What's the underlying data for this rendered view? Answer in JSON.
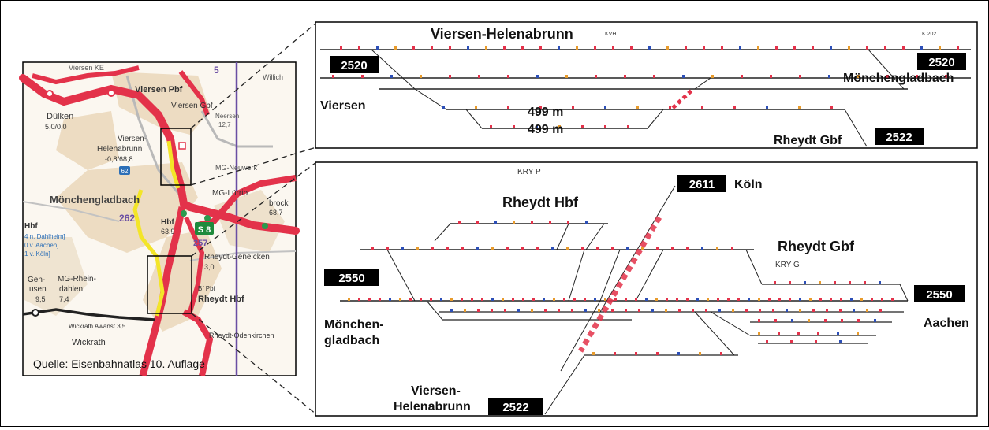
{
  "map": {
    "places": [
      {
        "text": "Viersen KE"
      },
      {
        "text": "Viersen Pbf"
      },
      {
        "text": "Viersen Gbf"
      },
      {
        "text": "Dülken"
      },
      {
        "text": "5,0/0,0"
      },
      {
        "text": "Viersen-"
      },
      {
        "text": "Helenabrunn"
      },
      {
        "text": "-0,8/68,8"
      },
      {
        "text": "Mönchengladbach"
      },
      {
        "text": "MG-Lürrip"
      },
      {
        "text": "Hbf"
      },
      {
        "text": "63,9"
      },
      {
        "text": "Rheydt-Geneicken"
      },
      {
        "text": "3,0"
      },
      {
        "text": "Bf Pbf"
      },
      {
        "text": "Rheydt Hbf"
      },
      {
        "text": "Gen-"
      },
      {
        "text": "usen"
      },
      {
        "text": "9,5"
      },
      {
        "text": "MG-Rhein-"
      },
      {
        "text": "dahlen"
      },
      {
        "text": "7,4"
      },
      {
        "text": "Wickrath Awanst 3,5"
      },
      {
        "text": "Wickrath"
      },
      {
        "text": "Rheydt-Odenkirchen"
      },
      {
        "text": "Hbf"
      },
      {
        "text": "4 n. Dahlheim]"
      },
      {
        "text": "0 v. Aachen]"
      },
      {
        "text": "1 v. Köln]"
      },
      {
        "text": "Willich"
      },
      {
        "text": "Neersen"
      },
      {
        "text": "12,7"
      },
      {
        "text": "MG-Neuwerk"
      },
      {
        "text": "brock"
      },
      {
        "text": "68,7"
      }
    ],
    "line_numbers": [
      "5",
      "262",
      "257",
      "S 8",
      "62"
    ],
    "source": "Quelle: Eisenbahnatlas 10. Auflage"
  },
  "top_diagram": {
    "station_title": "Viersen-Helenabrunn",
    "left_label": "Viersen",
    "right_label": "Mönchengladbach",
    "bottom_label": "Rheydt Gbf",
    "lengths": [
      "499 m",
      "499 m"
    ],
    "tags": [
      "2520",
      "2520",
      "2522"
    ],
    "codes": [
      "KVH",
      "K 202"
    ]
  },
  "bottom_diagram": {
    "code_top": "KRY P",
    "station1": "Rheydt Hbf",
    "station2": "Rheydt Gbf",
    "code2": "KRY G",
    "koeln": "Köln",
    "left_label_1": "Mönchen-",
    "left_label_2": "gladbach",
    "right_label": "Aachen",
    "bottom_label_1": "Viersen-",
    "bottom_label_2": "Helenabrunn",
    "tags": [
      "2611",
      "2550",
      "2550",
      "2522"
    ]
  },
  "colors": {
    "rail": "#e3324a",
    "yellow": "#f3e528",
    "purple": "#6a4ea3",
    "green": "#1f8a3c",
    "tag": "#000000"
  }
}
